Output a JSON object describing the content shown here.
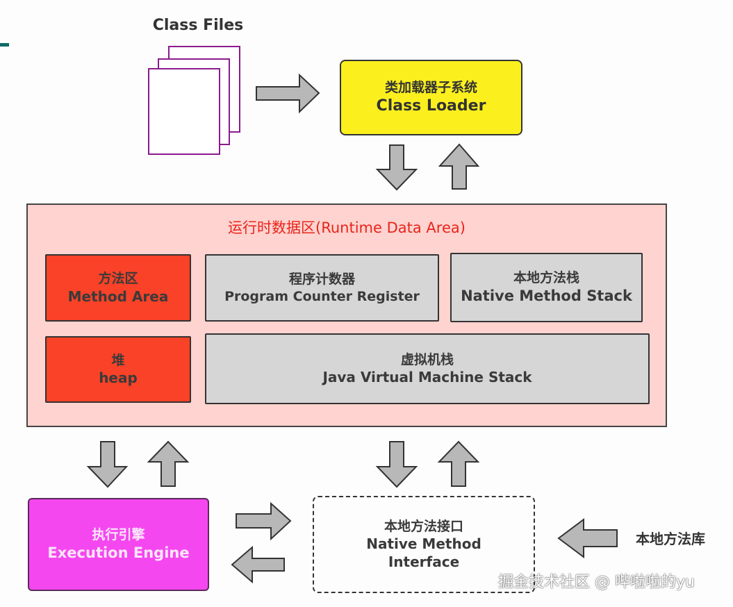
{
  "title_class_files": "Class Files",
  "class_loader": {
    "zh": "类加载器子系统",
    "en": "Class Loader"
  },
  "runtime_data_area": {
    "title": "运行时数据区(Runtime Data Area)",
    "method_area": {
      "zh": "方法区",
      "en": "Method Area"
    },
    "program_counter": {
      "zh": "程序计数器",
      "en": "Program Counter Register"
    },
    "native_method_stack": {
      "zh": "本地方法栈",
      "en": "Native Method Stack"
    },
    "heap": {
      "zh": "堆",
      "en": "heap"
    },
    "jvm_stack": {
      "zh": "虚拟机栈",
      "en": "Java Virtual Machine Stack"
    }
  },
  "execution_engine": {
    "zh": "执行引擎",
    "en": "Execution Engine"
  },
  "native_interface": {
    "zh": "本地方法接口",
    "en_line1": "Native Method",
    "en_line2": "Interface"
  },
  "native_library": "本地方法库",
  "watermark": "掘金技术社区 @ 哔啦啦的yu",
  "colors": {
    "class_loader": "#fbf01e",
    "runtime_bg": "#ffd3cf",
    "runtime_title": "#e8241c",
    "red_area": "#f94227",
    "gray_area": "#d6d6d6",
    "execution_engine": "#f547ef",
    "class_file_border": "#8b1a8e",
    "arrow_fill": "#b8b8b8"
  }
}
